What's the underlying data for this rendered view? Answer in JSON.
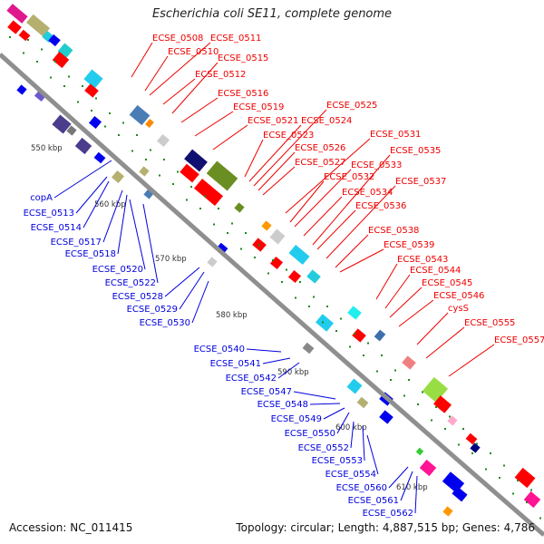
{
  "title": "Escherichia coli SE11, complete genome",
  "footer": {
    "accession": "Accession: NC_011415",
    "summary": "Topology: circular; Length: 4,887,515 bp; Genes: 4,786"
  },
  "colors": {
    "forward_label": "#ee0000",
    "reverse_label": "#0000dd",
    "backbone": "#999999",
    "tick": "#1a8a1a"
  },
  "kbp_ticks": [
    "550 kbp",
    "560 kbp",
    "570 kbp",
    "580 kbp",
    "590 kbp",
    "600 kbp",
    "610 kbp"
  ],
  "forward_genes": [
    "ECSE_0508",
    "ECSE_0510",
    "ECSE_0511",
    "ECSE_0512",
    "ECSE_0515",
    "ECSE_0516",
    "ECSE_0519",
    "ECSE_0521",
    "ECSE_0523",
    "ECSE_0524",
    "ECSE_0525",
    "ECSE_0526",
    "ECSE_0527",
    "ECSE_0531",
    "ECSE_0532",
    "ECSE_0533",
    "ECSE_0534",
    "ECSE_0535",
    "ECSE_0536",
    "ECSE_0537",
    "ECSE_0538",
    "ECSE_0539",
    "ECSE_0543",
    "ECSE_0544",
    "ECSE_0545",
    "ECSE_0546",
    "cysS",
    "ECSE_0555",
    "ECSE_0557"
  ],
  "reverse_genes": [
    "copA",
    "ECSE_0513",
    "ECSE_0514",
    "ECSE_0517",
    "ECSE_0518",
    "ECSE_0520",
    "ECSE_0522",
    "ECSE_0528",
    "ECSE_0529",
    "ECSE_0530",
    "ECSE_0540",
    "ECSE_0541",
    "ECSE_0542",
    "ECSE_0547",
    "ECSE_0548",
    "ECSE_0549",
    "ECSE_0550",
    "ECSE_0552",
    "ECSE_0553",
    "ECSE_0554",
    "ECSE_0560",
    "ECSE_0561",
    "ECSE_0562"
  ]
}
